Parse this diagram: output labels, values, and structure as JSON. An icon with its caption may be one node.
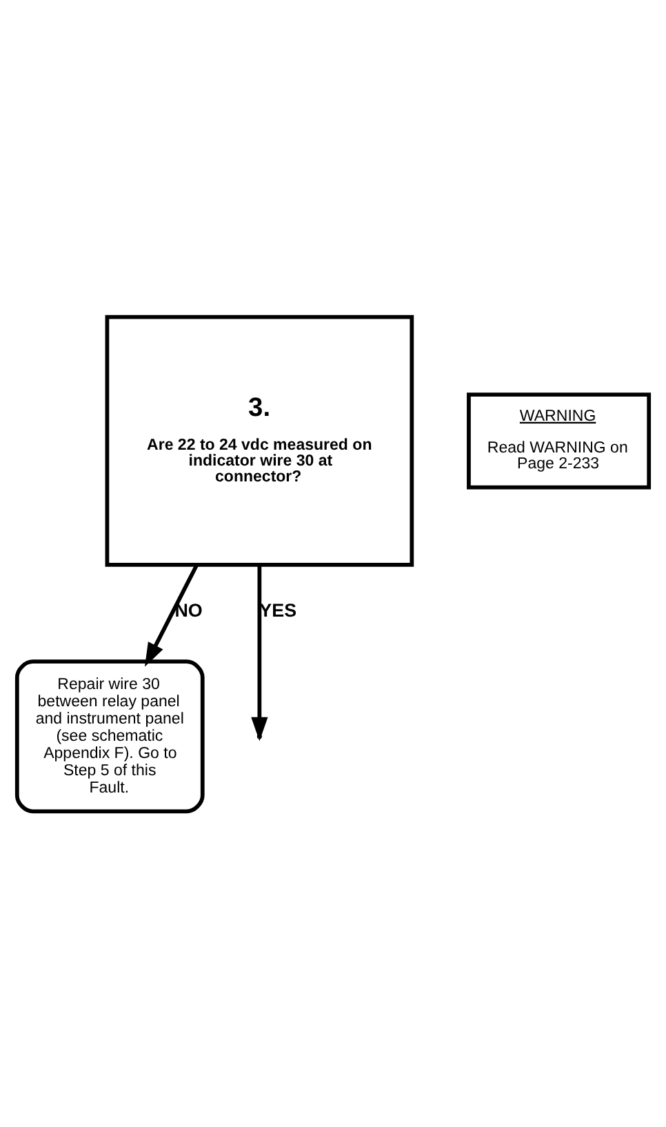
{
  "diagram": {
    "nodes": [
      {
        "text": [
          "3.",
          "Are 22 to 24 vdc measured on indicator wire 30 at connector?"
        ]
      },
      {
        "text": [
          "WARNING",
          "Read WARNING on Page 2-233"
        ]
      },
      {
        "text": [
          "Repair wire 30 between relay panel and instrument panel (see schematic Appendix F). Go to Step 5 of this Fault."
        ]
      }
    ],
    "edges": [
      {
        "from": 0,
        "to": 2,
        "arrow": "to",
        "label": "NO"
      },
      {
        "from": 0,
        "to": null,
        "arrow": "to",
        "label": "YES"
      }
    ]
  }
}
